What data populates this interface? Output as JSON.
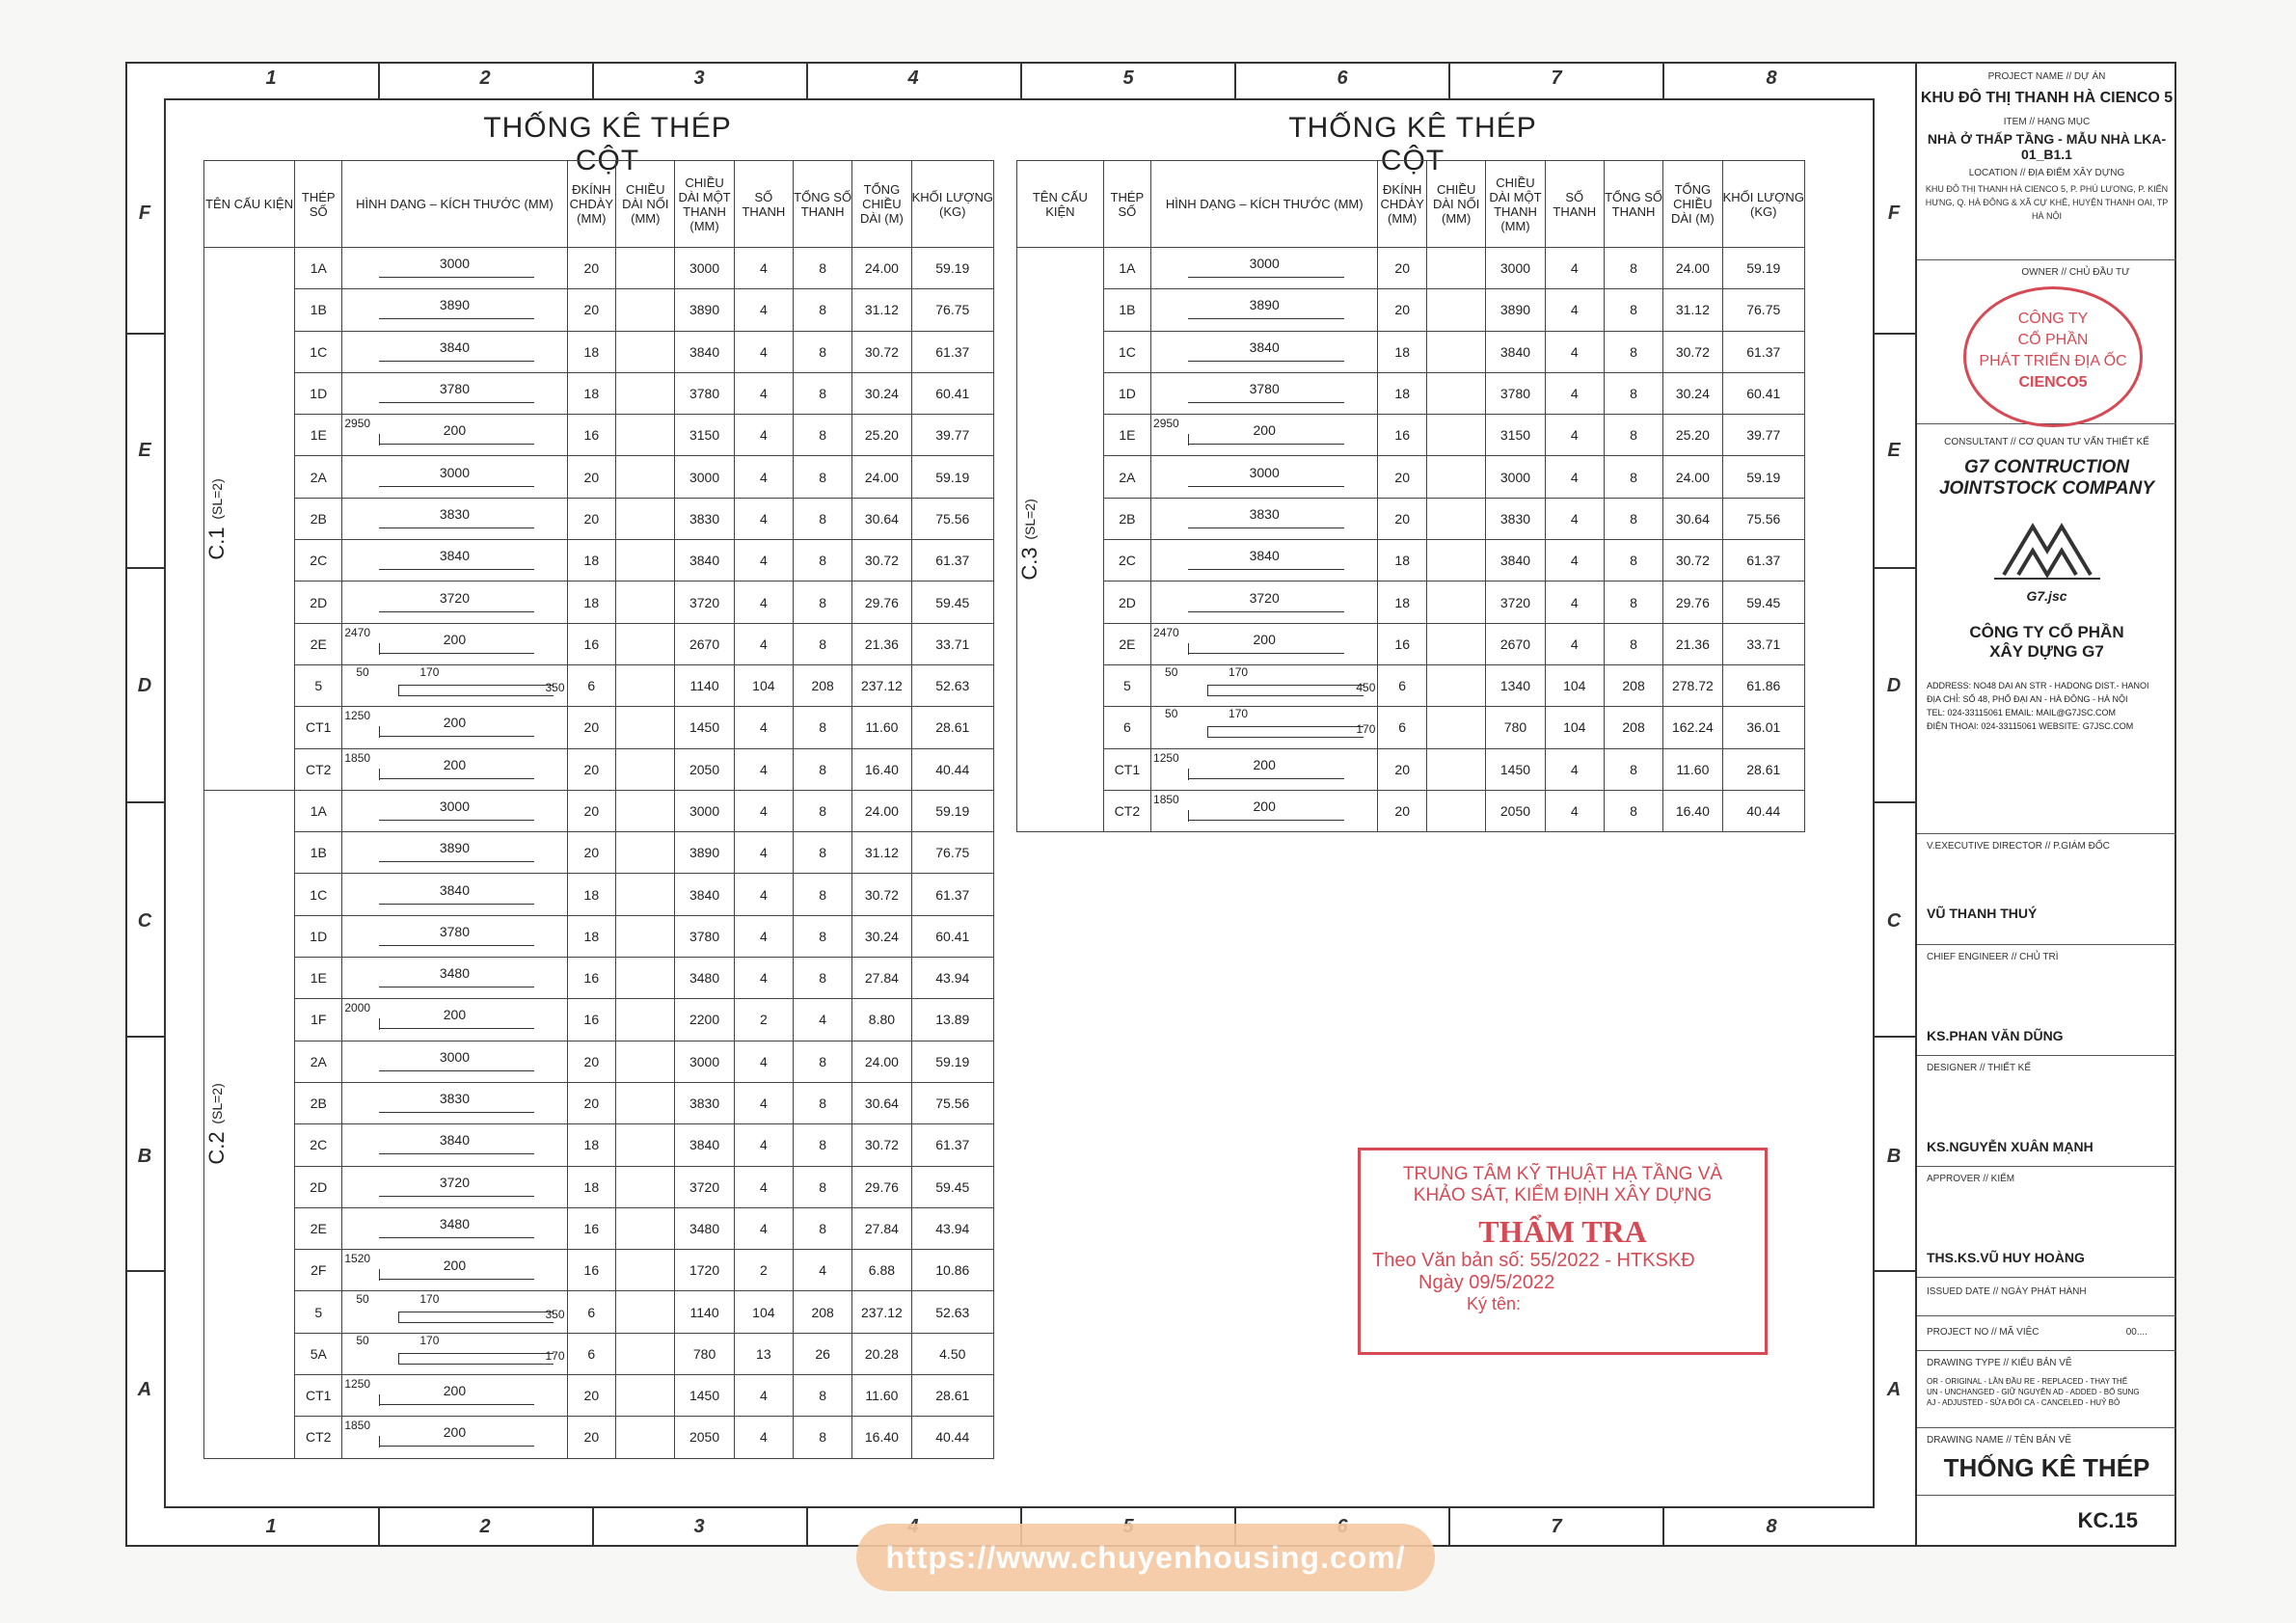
{
  "grid": {
    "columns": [
      "1",
      "2",
      "3",
      "4",
      "5",
      "6",
      "7",
      "8"
    ],
    "rows": [
      "F",
      "E",
      "D",
      "C",
      "B",
      "A"
    ]
  },
  "table_left": {
    "title": "THỐNG KÊ THÉP CỘT",
    "headers": [
      "TÊN CẤU KIỆN",
      "THÉP SỐ",
      "HÌNH DẠNG – KÍCH THƯỚC (MM)",
      "ĐKÍNH CHDÀY (MM)",
      "CHIỀU DÀI NỐI (MM)",
      "CHIỀU DÀI MỘT THANH (MM)",
      "SỐ THANH",
      "TỔNG SỐ THANH",
      "TỔNG CHIỀU DÀI (M)",
      "KHỐI LƯỢNG (KG)"
    ],
    "groups": [
      {
        "name": "C.1",
        "sl": "(SL=2)",
        "rows": [
          {
            "id": "1A",
            "shape": "straight",
            "len": "3000",
            "d": "20",
            "lap": "",
            "one": "3000",
            "n": "4",
            "tot": "8",
            "tl": "24.00",
            "kg": "59.19"
          },
          {
            "id": "1B",
            "shape": "straight",
            "len": "3890",
            "d": "20",
            "lap": "",
            "one": "3890",
            "n": "4",
            "tot": "8",
            "tl": "31.12",
            "kg": "76.75"
          },
          {
            "id": "1C",
            "shape": "straight",
            "len": "3840",
            "d": "18",
            "lap": "",
            "one": "3840",
            "n": "4",
            "tot": "8",
            "tl": "30.72",
            "kg": "61.37"
          },
          {
            "id": "1D",
            "shape": "straight",
            "len": "3780",
            "d": "18",
            "lap": "",
            "one": "3780",
            "n": "4",
            "tot": "8",
            "tl": "30.24",
            "kg": "60.41"
          },
          {
            "id": "1E",
            "shape": "hook",
            "hk": "2950",
            "len": "200",
            "d": "16",
            "lap": "",
            "one": "3150",
            "n": "4",
            "tot": "8",
            "tl": "25.20",
            "kg": "39.77"
          },
          {
            "id": "2A",
            "shape": "straight",
            "len": "3000",
            "d": "20",
            "lap": "",
            "one": "3000",
            "n": "4",
            "tot": "8",
            "tl": "24.00",
            "kg": "59.19"
          },
          {
            "id": "2B",
            "shape": "straight",
            "len": "3830",
            "d": "20",
            "lap": "",
            "one": "3830",
            "n": "4",
            "tot": "8",
            "tl": "30.64",
            "kg": "75.56"
          },
          {
            "id": "2C",
            "shape": "straight",
            "len": "3840",
            "d": "18",
            "lap": "",
            "one": "3840",
            "n": "4",
            "tot": "8",
            "tl": "30.72",
            "kg": "61.37"
          },
          {
            "id": "2D",
            "shape": "straight",
            "len": "3720",
            "d": "18",
            "lap": "",
            "one": "3720",
            "n": "4",
            "tot": "8",
            "tl": "29.76",
            "kg": "59.45"
          },
          {
            "id": "2E",
            "shape": "hook",
            "hk": "2470",
            "len": "200",
            "d": "16",
            "lap": "",
            "one": "2670",
            "n": "4",
            "tot": "8",
            "tl": "21.36",
            "kg": "33.71"
          },
          {
            "id": "5",
            "shape": "stirrup",
            "sl": "50",
            "len": "170",
            "sr": "350",
            "d": "6",
            "lap": "",
            "one": "1140",
            "n": "104",
            "tot": "208",
            "tl": "237.12",
            "kg": "52.63"
          },
          {
            "id": "CT1",
            "shape": "hook",
            "hk": "1250",
            "len": "200",
            "d": "20",
            "lap": "",
            "one": "1450",
            "n": "4",
            "tot": "8",
            "tl": "11.60",
            "kg": "28.61"
          },
          {
            "id": "CT2",
            "shape": "hook",
            "hk": "1850",
            "len": "200",
            "d": "20",
            "lap": "",
            "one": "2050",
            "n": "4",
            "tot": "8",
            "tl": "16.40",
            "kg": "40.44"
          }
        ]
      },
      {
        "name": "C.2",
        "sl": "(SL=2)",
        "rows": [
          {
            "id": "1A",
            "shape": "straight",
            "len": "3000",
            "d": "20",
            "lap": "",
            "one": "3000",
            "n": "4",
            "tot": "8",
            "tl": "24.00",
            "kg": "59.19"
          },
          {
            "id": "1B",
            "shape": "straight",
            "len": "3890",
            "d": "20",
            "lap": "",
            "one": "3890",
            "n": "4",
            "tot": "8",
            "tl": "31.12",
            "kg": "76.75"
          },
          {
            "id": "1C",
            "shape": "straight",
            "len": "3840",
            "d": "18",
            "lap": "",
            "one": "3840",
            "n": "4",
            "tot": "8",
            "tl": "30.72",
            "kg": "61.37"
          },
          {
            "id": "1D",
            "shape": "straight",
            "len": "3780",
            "d": "18",
            "lap": "",
            "one": "3780",
            "n": "4",
            "tot": "8",
            "tl": "30.24",
            "kg": "60.41"
          },
          {
            "id": "1E",
            "shape": "straight",
            "len": "3480",
            "d": "16",
            "lap": "",
            "one": "3480",
            "n": "4",
            "tot": "8",
            "tl": "27.84",
            "kg": "43.94"
          },
          {
            "id": "1F",
            "shape": "hook",
            "hk": "2000",
            "len": "200",
            "d": "16",
            "lap": "",
            "one": "2200",
            "n": "2",
            "tot": "4",
            "tl": "8.80",
            "kg": "13.89"
          },
          {
            "id": "2A",
            "shape": "straight",
            "len": "3000",
            "d": "20",
            "lap": "",
            "one": "3000",
            "n": "4",
            "tot": "8",
            "tl": "24.00",
            "kg": "59.19"
          },
          {
            "id": "2B",
            "shape": "straight",
            "len": "3830",
            "d": "20",
            "lap": "",
            "one": "3830",
            "n": "4",
            "tot": "8",
            "tl": "30.64",
            "kg": "75.56"
          },
          {
            "id": "2C",
            "shape": "straight",
            "len": "3840",
            "d": "18",
            "lap": "",
            "one": "3840",
            "n": "4",
            "tot": "8",
            "tl": "30.72",
            "kg": "61.37"
          },
          {
            "id": "2D",
            "shape": "straight",
            "len": "3720",
            "d": "18",
            "lap": "",
            "one": "3720",
            "n": "4",
            "tot": "8",
            "tl": "29.76",
            "kg": "59.45"
          },
          {
            "id": "2E",
            "shape": "straight",
            "len": "3480",
            "d": "16",
            "lap": "",
            "one": "3480",
            "n": "4",
            "tot": "8",
            "tl": "27.84",
            "kg": "43.94"
          },
          {
            "id": "2F",
            "shape": "hook",
            "hk": "1520",
            "len": "200",
            "d": "16",
            "lap": "",
            "one": "1720",
            "n": "2",
            "tot": "4",
            "tl": "6.88",
            "kg": "10.86"
          },
          {
            "id": "5",
            "shape": "stirrup",
            "sl": "50",
            "len": "170",
            "sr": "350",
            "d": "6",
            "lap": "",
            "one": "1140",
            "n": "104",
            "tot": "208",
            "tl": "237.12",
            "kg": "52.63"
          },
          {
            "id": "5A",
            "shape": "stirrup",
            "sl": "50",
            "len": "170",
            "sr": "170",
            "d": "6",
            "lap": "",
            "one": "780",
            "n": "13",
            "tot": "26",
            "tl": "20.28",
            "kg": "4.50"
          },
          {
            "id": "CT1",
            "shape": "hook",
            "hk": "1250",
            "len": "200",
            "d": "20",
            "lap": "",
            "one": "1450",
            "n": "4",
            "tot": "8",
            "tl": "11.60",
            "kg": "28.61"
          },
          {
            "id": "CT2",
            "shape": "hook",
            "hk": "1850",
            "len": "200",
            "d": "20",
            "lap": "",
            "one": "2050",
            "n": "4",
            "tot": "8",
            "tl": "16.40",
            "kg": "40.44"
          }
        ]
      }
    ]
  },
  "table_right": {
    "title": "THỐNG KÊ THÉP CỘT",
    "headers": [
      "TÊN CẤU KIỆN",
      "THÉP SỐ",
      "HÌNH DẠNG – KÍCH THƯỚC (MM)",
      "ĐKÍNH CHDÀY (MM)",
      "CHIỀU DÀI NỐI (MM)",
      "CHIỀU DÀI MỘT THANH (MM)",
      "SỐ THANH",
      "TỔNG SỐ THANH",
      "TỔNG CHIỀU DÀI (M)",
      "KHỐI LƯỢNG (KG)"
    ],
    "groups": [
      {
        "name": "C.3",
        "sl": "(SL=2)",
        "rows": [
          {
            "id": "1A",
            "shape": "straight",
            "len": "3000",
            "d": "20",
            "lap": "",
            "one": "3000",
            "n": "4",
            "tot": "8",
            "tl": "24.00",
            "kg": "59.19"
          },
          {
            "id": "1B",
            "shape": "straight",
            "len": "3890",
            "d": "20",
            "lap": "",
            "one": "3890",
            "n": "4",
            "tot": "8",
            "tl": "31.12",
            "kg": "76.75"
          },
          {
            "id": "1C",
            "shape": "straight",
            "len": "3840",
            "d": "18",
            "lap": "",
            "one": "3840",
            "n": "4",
            "tot": "8",
            "tl": "30.72",
            "kg": "61.37"
          },
          {
            "id": "1D",
            "shape": "straight",
            "len": "3780",
            "d": "18",
            "lap": "",
            "one": "3780",
            "n": "4",
            "tot": "8",
            "tl": "30.24",
            "kg": "60.41"
          },
          {
            "id": "1E",
            "shape": "hook",
            "hk": "2950",
            "len": "200",
            "d": "16",
            "lap": "",
            "one": "3150",
            "n": "4",
            "tot": "8",
            "tl": "25.20",
            "kg": "39.77"
          },
          {
            "id": "2A",
            "shape": "straight",
            "len": "3000",
            "d": "20",
            "lap": "",
            "one": "3000",
            "n": "4",
            "tot": "8",
            "tl": "24.00",
            "kg": "59.19"
          },
          {
            "id": "2B",
            "shape": "straight",
            "len": "3830",
            "d": "20",
            "lap": "",
            "one": "3830",
            "n": "4",
            "tot": "8",
            "tl": "30.64",
            "kg": "75.56"
          },
          {
            "id": "2C",
            "shape": "straight",
            "len": "3840",
            "d": "18",
            "lap": "",
            "one": "3840",
            "n": "4",
            "tot": "8",
            "tl": "30.72",
            "kg": "61.37"
          },
          {
            "id": "2D",
            "shape": "straight",
            "len": "3720",
            "d": "18",
            "lap": "",
            "one": "3720",
            "n": "4",
            "tot": "8",
            "tl": "29.76",
            "kg": "59.45"
          },
          {
            "id": "2E",
            "shape": "hook",
            "hk": "2470",
            "len": "200",
            "d": "16",
            "lap": "",
            "one": "2670",
            "n": "4",
            "tot": "8",
            "tl": "21.36",
            "kg": "33.71"
          },
          {
            "id": "5",
            "shape": "stirrup",
            "sl": "50",
            "len": "170",
            "sr": "450",
            "d": "6",
            "lap": "",
            "one": "1340",
            "n": "104",
            "tot": "208",
            "tl": "278.72",
            "kg": "61.86"
          },
          {
            "id": "6",
            "shape": "stirrup",
            "sl": "50",
            "len": "170",
            "sr": "170",
            "d": "6",
            "lap": "",
            "one": "780",
            "n": "104",
            "tot": "208",
            "tl": "162.24",
            "kg": "36.01"
          },
          {
            "id": "CT1",
            "shape": "hook",
            "hk": "1250",
            "len": "200",
            "d": "20",
            "lap": "",
            "one": "1450",
            "n": "4",
            "tot": "8",
            "tl": "11.60",
            "kg": "28.61"
          },
          {
            "id": "CT2",
            "shape": "hook",
            "hk": "1850",
            "len": "200",
            "d": "20",
            "lap": "",
            "one": "2050",
            "n": "4",
            "tot": "8",
            "tl": "16.40",
            "kg": "40.44"
          }
        ]
      }
    ]
  },
  "title_block": {
    "project_label": "PROJECT NAME // DỰ ÁN",
    "project": "KHU ĐÔ THỊ THANH HÀ CIENCO 5",
    "item_label": "ITEM // HẠNG MỤC",
    "item": "NHÀ Ở THẤP TẦNG - MẪU NHÀ LKA-01_B1.1",
    "location_label": "LOCATION // ĐỊA ĐIỂM XÂY DỰNG",
    "location": "KHU ĐÔ THỊ THANH HÀ CIENCO 5, P. PHÚ LƯƠNG, P. KIẾN HƯNG, Q. HÀ ĐÔNG & XÃ CỰ KHÊ, HUYỆN THANH OAI, TP HÀ NỘI",
    "owner_label": "OWNER // CHỦ ĐẦU TƯ",
    "owner_stamp": [
      "CÔNG TY",
      "CỔ PHẦN",
      "PHÁT TRIỂN ĐỊA ỐC",
      "CIENCO5"
    ],
    "consultant_label": "CONSULTANT // CƠ QUAN TƯ VẤN THIẾT KẾ",
    "consultant_1": "G7 CONTRUCTION",
    "consultant_2": "JOINTSTOCK COMPANY",
    "logo_text": "G7.jsc",
    "company_1": "CÔNG TY CỔ PHẦN",
    "company_2": "XÂY DỰNG G7",
    "address_lines": [
      "ADDRESS: NO48 DAI AN STR - HADONG DIST.- HANOI",
      "ĐỊA CHỈ: SỐ 48, PHỐ ĐẠI AN - HÀ ĐÔNG - HÀ NỘI",
      "TEL: 024-33115061 EMAIL: MAIL@G7JSC.COM",
      "ĐIỆN THOẠI: 024-33115061 WEBSITE: G7JSC.COM"
    ],
    "director_label": "V.EXECUTIVE DIRECTOR // P.GIÁM ĐỐC",
    "director": "VŨ THANH THUÝ",
    "chief_label": "CHIEF ENGINEER // CHỦ TRÌ",
    "chief": "KS.PHAN VĂN DŨNG",
    "designer_label": "DESIGNER // THIẾT KẾ",
    "designer": "KS.NGUYỄN XUÂN MẠNH",
    "approver_label": "APPROVER // KIỂM",
    "approver": "THS.KS.VŨ HUY HOÀNG",
    "issued_label": "ISSUED DATE // NGÀY PHÁT HÀNH",
    "project_no_label": "PROJECT NO // MÃ VIỆC",
    "project_no": "00....",
    "drawing_type_label": "DRAWING TYPE // KIỂU BẢN VẼ",
    "drawing_type_lines": [
      "OR - ORIGINAL - LẦN ĐẦU    RE - REPLACED - THAY THẾ",
      "UN - UNCHANGED - GIỮ NGUYÊN    AD - ADDED - BỔ SUNG",
      "AJ - ADJUSTED - SỬA ĐỔI    CA - CANCELED - HUỶ BỎ"
    ],
    "drawing_name_label": "DRAWING NAME // TÊN BẢN VẼ",
    "drawing_name": "THỐNG KÊ THÉP",
    "sheet_no": "KC.15"
  },
  "review_stamp": {
    "line1": "TRUNG TÂM KỸ THUẬT HẠ TẦNG VÀ",
    "line2": "KHẢO SÁT, KIỂM ĐỊNH XÂY DỰNG",
    "title": "THẨM TRA",
    "doc": "Theo Văn bản số: 55/2022 - HTKSKĐ",
    "date": "Ngày 09/5/2022",
    "sign": "Ký tên:"
  },
  "watermark": "https://www.chuyenhousing.com/",
  "colors": {
    "stamp_red": "#d64a55",
    "line": "#333333"
  }
}
